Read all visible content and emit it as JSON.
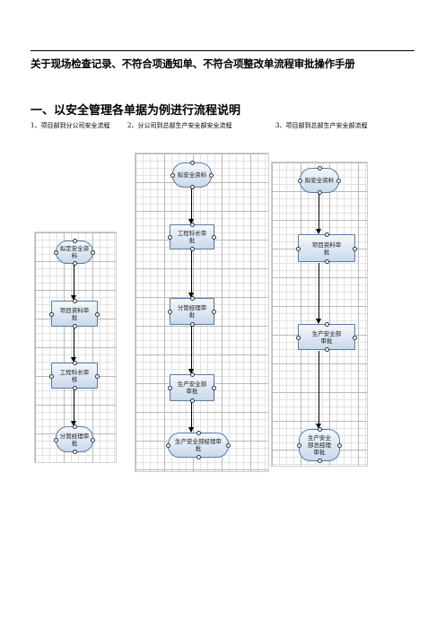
{
  "document": {
    "title": "关于现场检查记录、不符合项通知单、不符合项整改单流程审批操作手册",
    "section_heading": "一、以安全管理各单据为例进行流程说明",
    "flow_captions": [
      "1、项目部到分公司安全流程",
      "2、分公司到总部生产安全部安全流程",
      "3、项目部到总部生产安全部流程"
    ]
  },
  "flowcharts": [
    {
      "steps": [
        "拟定安全资料",
        "项目资料审批",
        "工程科长审核",
        "分管经理审批"
      ]
    },
    {
      "steps": [
        "拟安全资料",
        "工程科长审批",
        "分管经理审批",
        "生产安全部审批",
        "生产安全部经理审批"
      ]
    },
    {
      "steps": [
        "拟安全资料",
        "项目资料审批",
        "生产安全部审批",
        "生产安全部总经理审批"
      ]
    }
  ]
}
